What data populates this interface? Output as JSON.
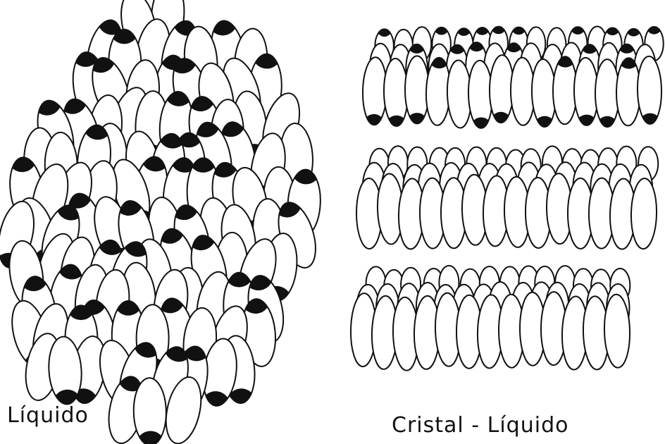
{
  "panels": {
    "liquid": {
      "label": "Líquido"
    },
    "liquid_crystal": {
      "label": "Cristal - Líquido",
      "layer_count": 3
    }
  },
  "colors": {
    "outline": "#111111",
    "head": "#111111",
    "background": "#ffffff"
  }
}
